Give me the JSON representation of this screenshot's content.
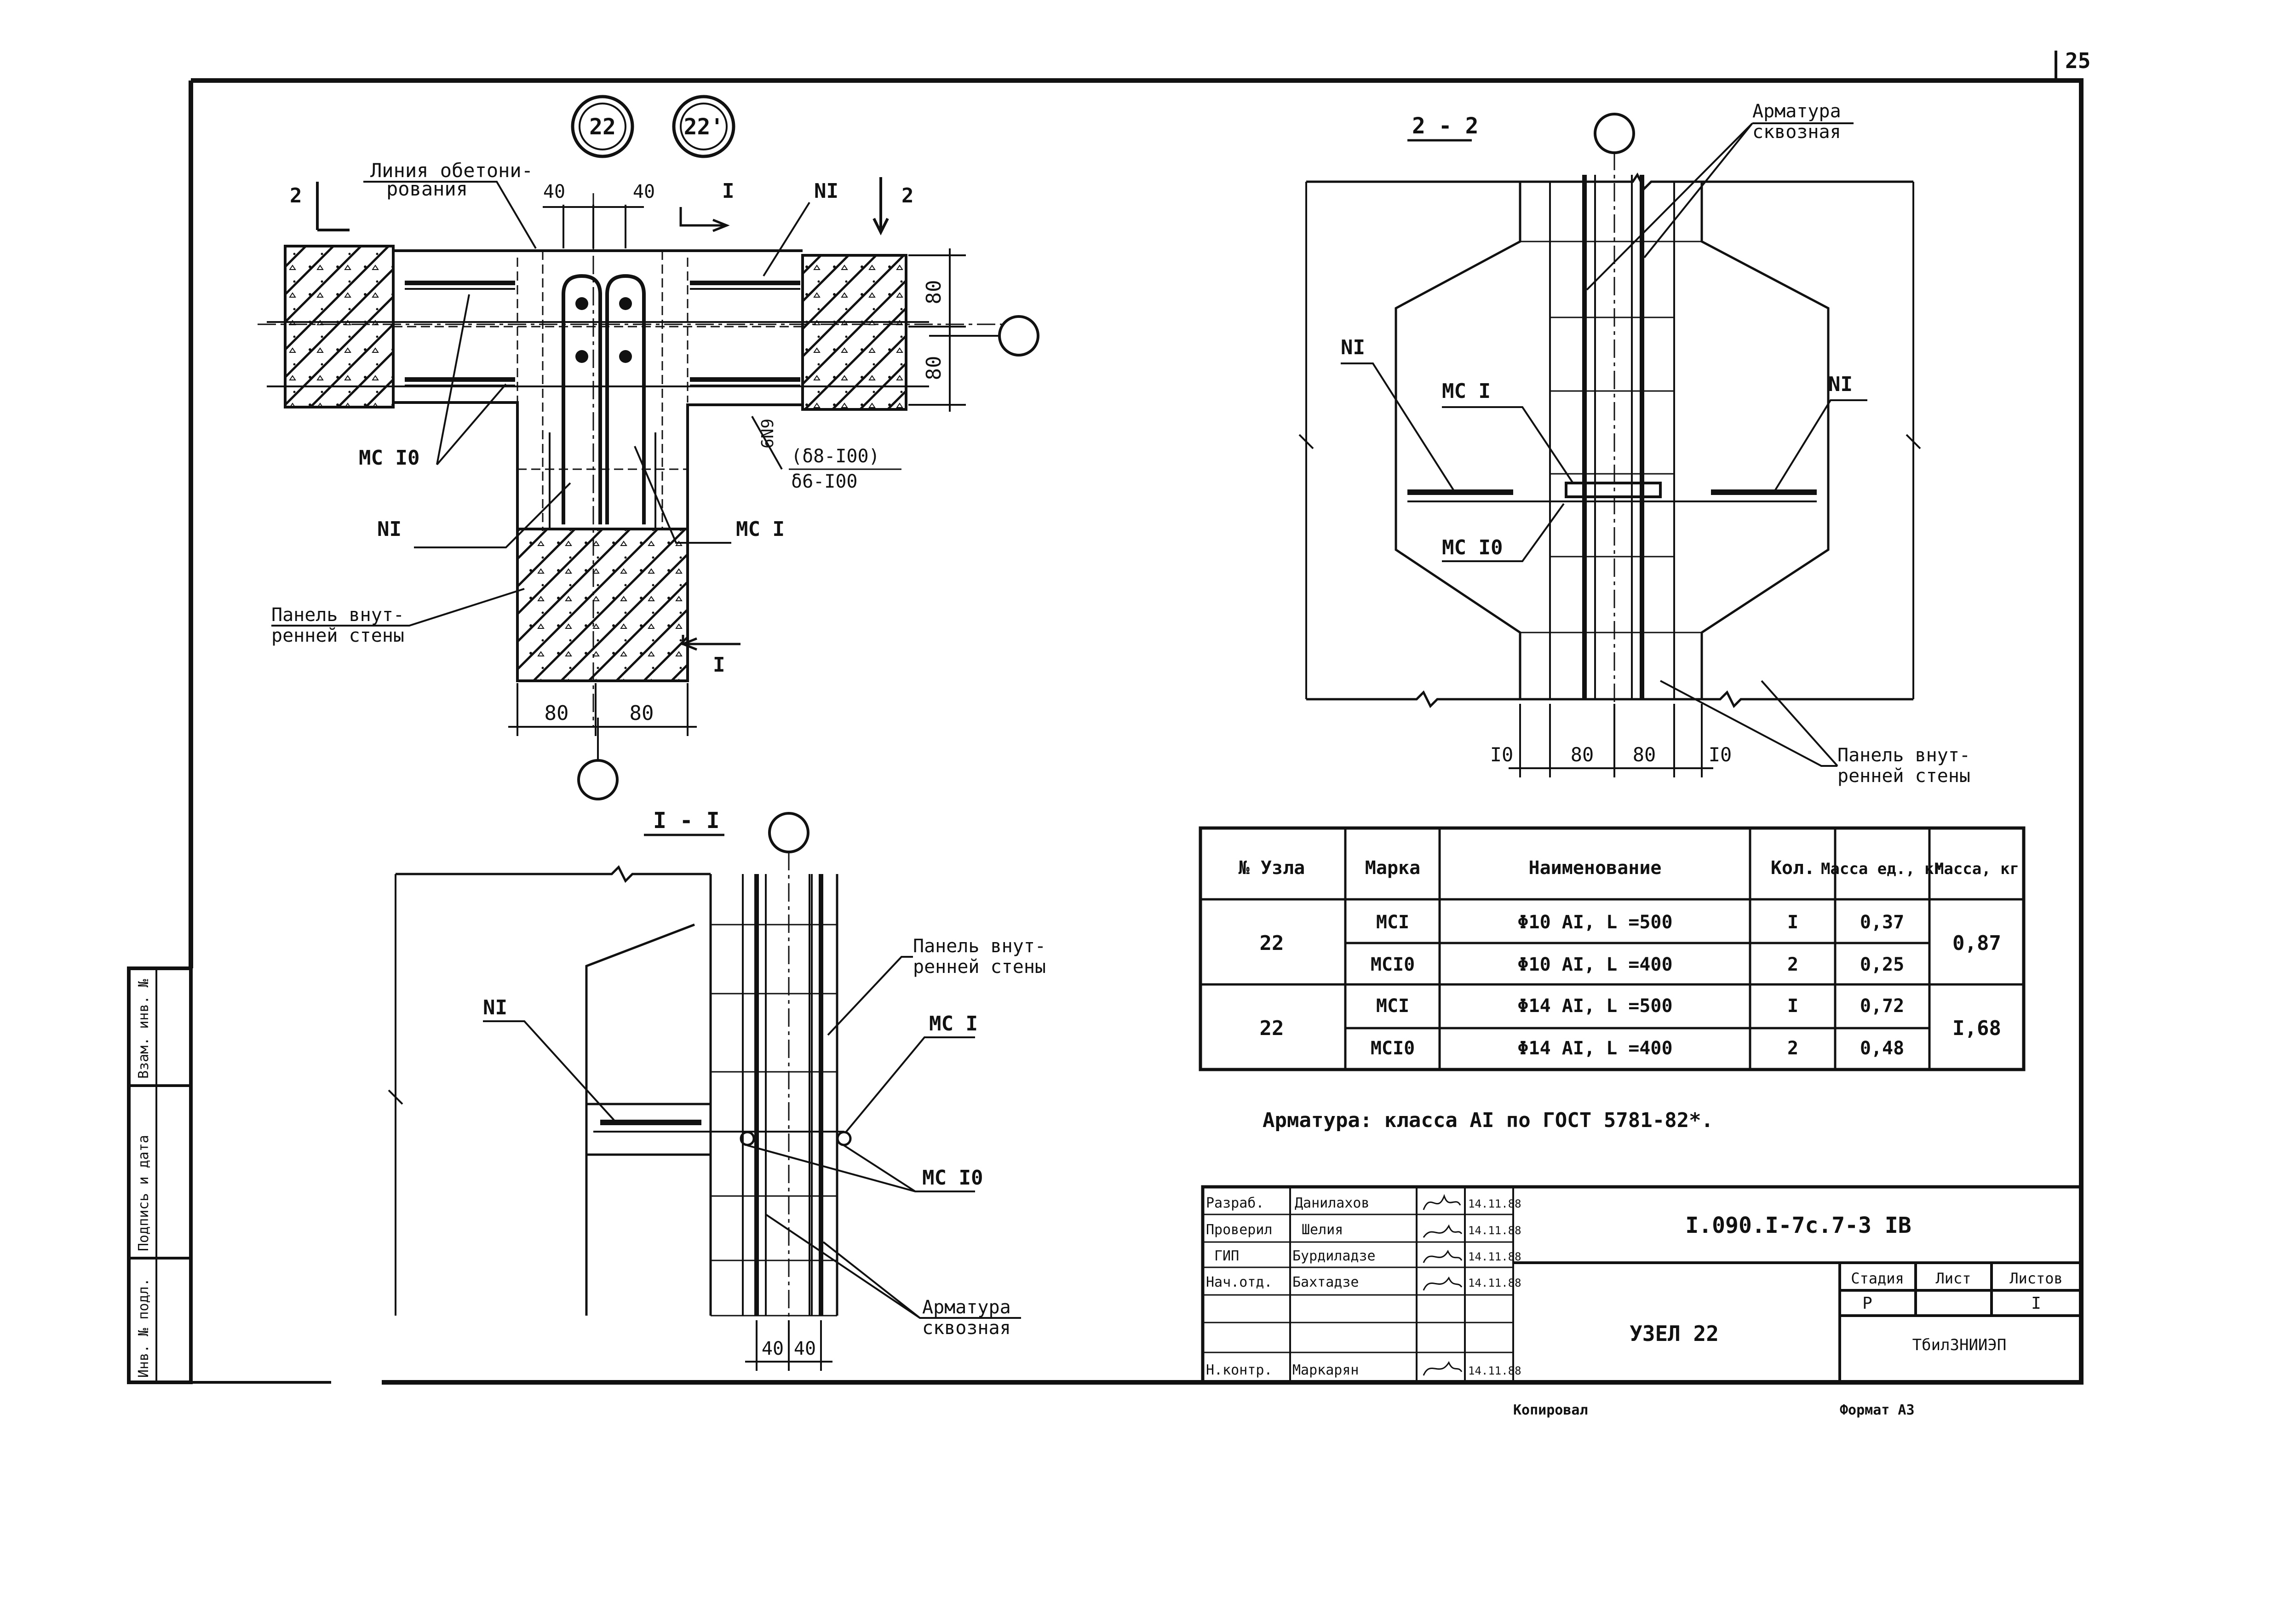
{
  "sheet": {
    "page_number": "25",
    "format": "Формат А3",
    "copied": "Копировал"
  },
  "node_marks": {
    "mark_a": "22",
    "mark_b": "22'"
  },
  "plan": {
    "concrete_line_l1": "Линия обетони-",
    "concrete_line_l2": "рования",
    "section2": "2",
    "section1": "I",
    "dim_40a": "40",
    "dim_40b": "40",
    "dim_80_top": "80",
    "dim_80_bottom": "80",
    "dim_80_left": "80",
    "dim_80_right": "80",
    "label_n1_top": "NI",
    "label_n1_mid": "NI",
    "label_mc10": "МС I0",
    "label_mc1": "МС I",
    "label_n9": "6N9",
    "step_l1": "(δ8-I00)",
    "step_l2": "δ6-I00",
    "panel_l1": "Панель внут-",
    "panel_l2": "ренней стены"
  },
  "section_2_2": {
    "title": "2 - 2",
    "rebar_l1": "Арматура",
    "rebar_l2": "сквозная",
    "label_n1_left": "NI",
    "label_n1_right": "NI",
    "label_mc1": "МС I",
    "label_mc10": "МС I0",
    "dim_10a": "I0",
    "dim_80a": "80",
    "dim_80b": "80",
    "dim_10b": "I0",
    "panel_l1": "Панель внут-",
    "panel_l2": "ренней стены"
  },
  "section_1_1": {
    "title": "I - I",
    "panel_l1": "Панель внут-",
    "panel_l2": "ренней стены",
    "label_n1": "NI",
    "label_mc1": "МС I",
    "label_mc10": "МС I0",
    "rebar_l1": "Арматура",
    "rebar_l2": "сквозная",
    "dim_40a": "40",
    "dim_40b": "40"
  },
  "spec_table": {
    "headers": [
      "№ Узла",
      "Марка",
      "Наименование",
      "Кол.",
      "Масса ед., кг",
      "Масса, кг"
    ],
    "groups": [
      {
        "node": "22",
        "total": "0,87",
        "rows": [
          {
            "mark": "МСI",
            "name": "Φ10 AI, L =500",
            "qty": "I",
            "unit": "0,37"
          },
          {
            "mark": "МСI0",
            "name": "Φ10 AI, L =400",
            "qty": "2",
            "unit": "0,25"
          }
        ]
      },
      {
        "node": "22",
        "total": "I,68",
        "rows": [
          {
            "mark": "МСI",
            "name": "Φ14 AI, L =500",
            "qty": "I",
            "unit": "0,72"
          },
          {
            "mark": "МСI0",
            "name": "Φ14 AI, L =400",
            "qty": "2",
            "unit": "0,48"
          }
        ]
      }
    ]
  },
  "note": "Арматура: класса AI по ГОСТ 5781-82*.",
  "side_stamp": [
    "Инв. № подл.",
    "Подпись и дата",
    "Взам. инв. №"
  ],
  "title_block": {
    "roles": [
      "Разраб.",
      "Проверил",
      "ГИП",
      "Нач.отд.",
      "",
      "",
      "Н.контр."
    ],
    "names": [
      "Данилахов",
      "Шелия",
      "Бурдиладзе",
      "Бахтадзе",
      "",
      "",
      "Маркарян"
    ],
    "dates": [
      "14.11.88",
      "14.11.88",
      "14.11.88",
      "14.11.88",
      "",
      "",
      "14.11.88"
    ],
    "code": "I.090.I-7с.7-3 IВ",
    "title": "УЗЕЛ 22",
    "stage_h": "Стадия",
    "sheet_h": "Лист",
    "sheets_h": "Листов",
    "stage": "Р",
    "sheet": "",
    "sheets": "I",
    "org": "ТбилЗНИИЭП"
  }
}
